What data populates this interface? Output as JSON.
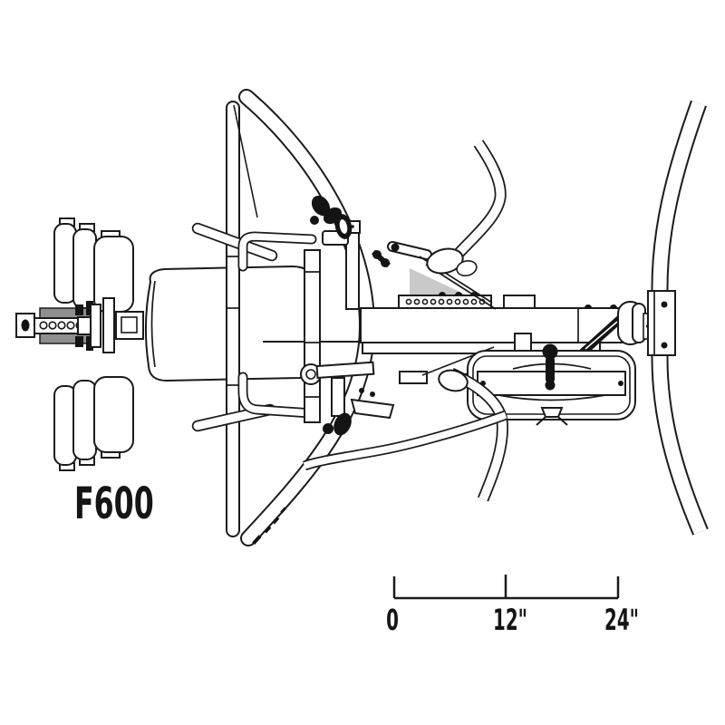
{
  "drawing": {
    "model_label": "F600",
    "scale_bar": {
      "tick_labels": [
        "0",
        "12\"",
        "24\""
      ]
    },
    "colors": {
      "line": "#1b1b1b",
      "paper": "#ffffff",
      "metal_shade": "#8f8f8f",
      "hardware_dark": "#141414",
      "web_shade": "#c9c9c9"
    }
  }
}
